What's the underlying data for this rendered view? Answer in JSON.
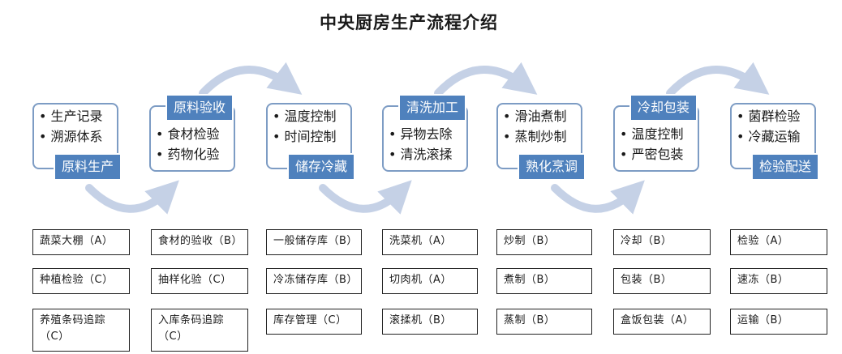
{
  "title": "中央厨房生产流程介绍",
  "stages": [
    {
      "label": "原料生产",
      "items": [
        "生产记录",
        "溯源体系"
      ]
    },
    {
      "label": "原料验收",
      "items": [
        "食材检验",
        "药物化验"
      ]
    },
    {
      "label": "储存冷藏",
      "items": [
        "温度控制",
        "时间控制"
      ]
    },
    {
      "label": "清洗加工",
      "items": [
        "异物去除",
        "清洗滚揉"
      ]
    },
    {
      "label": "熟化烹调",
      "items": [
        "滑油煮制",
        "蒸制炒制"
      ]
    },
    {
      "label": "冷却包装",
      "items": [
        "温度控制",
        "严密包装"
      ]
    },
    {
      "label": "检验配送",
      "items": [
        "菌群检验",
        "冷藏运输"
      ]
    }
  ],
  "columns": [
    [
      "蔬菜大棚（A）",
      "种植检验（C）",
      "养殖条码追踪（C）"
    ],
    [
      "食材的验收（B）",
      "抽样化验（C）",
      "入库条码追踪（C）"
    ],
    [
      "一般储存库（B）",
      "冷冻储存库（B）",
      "库存管理（C）"
    ],
    [
      "洗菜机（A）",
      "切肉机（A）",
      "滚揉机（B）"
    ],
    [
      "炒制（B）",
      "煮制（B）",
      "蒸制（B）"
    ],
    [
      "冷却（B）",
      "包装（B）",
      "盒饭包装（A）"
    ],
    [
      "检验（A）",
      "速冻（B）",
      "运输（B）"
    ]
  ],
  "colors": {
    "box_border": "#7d9cc4",
    "label_fill": "#4f81bd",
    "arrow": "#c5d1e6"
  }
}
